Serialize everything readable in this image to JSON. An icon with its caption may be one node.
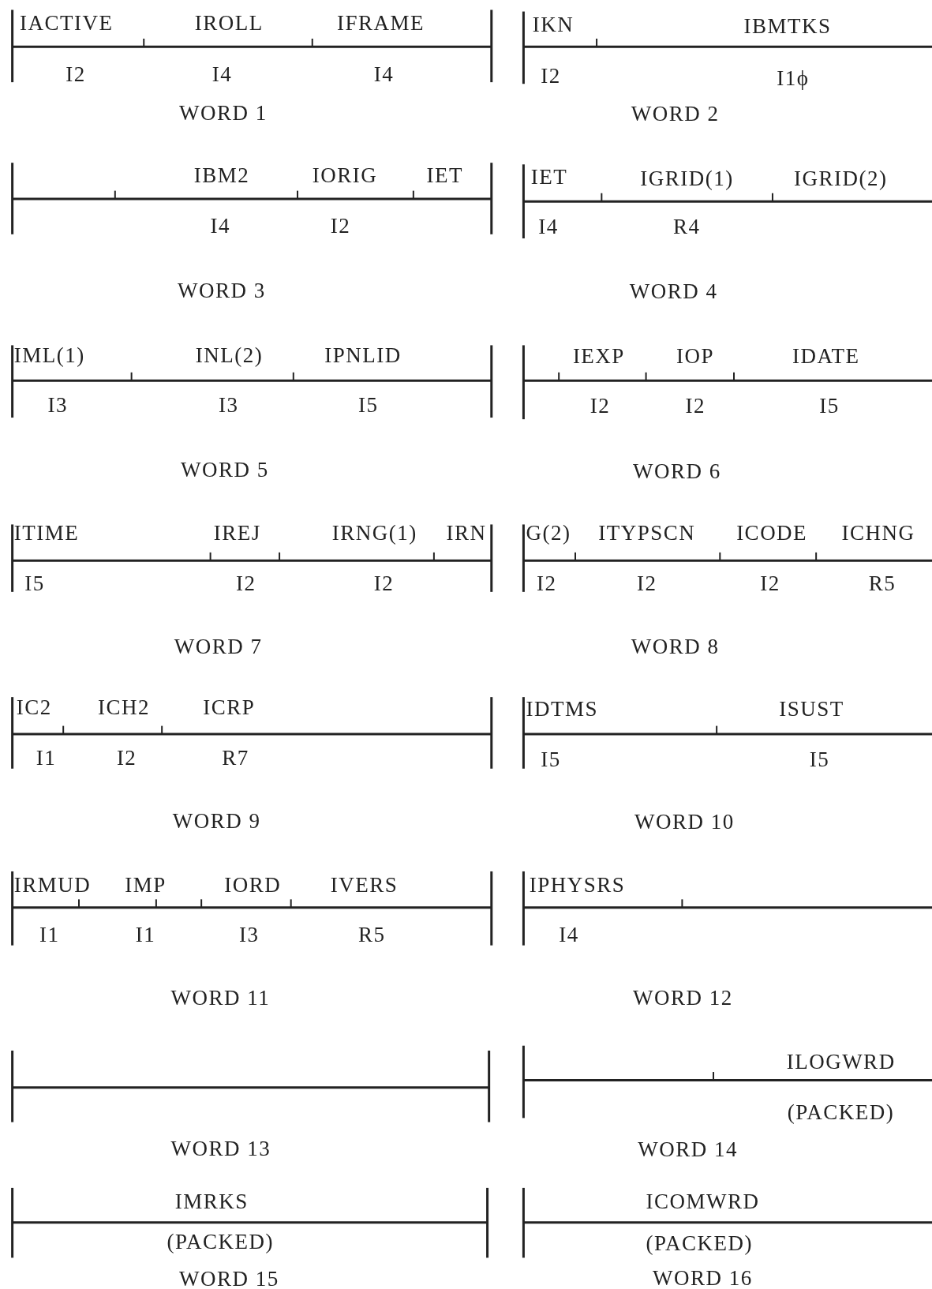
{
  "diagram": {
    "labels": [
      "IACTIVE",
      "IROLL",
      "IFRAME",
      "I2",
      "I4",
      "I4",
      "WORD 1",
      "IKN",
      "IBMTKS",
      "I2",
      "I1ϕ",
      "WORD 2",
      "IBM2",
      "IORIG",
      "IET",
      "I4",
      "I2",
      "WORD 3",
      "IET",
      "IGRID(1)",
      "IGRID(2)",
      "I4",
      "R4",
      "WORD 4",
      "IML(1)",
      "INL(2)",
      "IPNLID",
      "I3",
      "I3",
      "I5",
      "WORD 5",
      "IEXP",
      "IOP",
      "IDATE",
      "I2",
      "I2",
      "I5",
      "WORD 6",
      "ITIME",
      "IREJ",
      "IRNG(1)",
      "IRN",
      "I5",
      "I2",
      "I2",
      "WORD 7",
      "G(2)",
      "ITYPSCN",
      "ICODE",
      "ICHNG",
      "I2",
      "I2",
      "I2",
      "R5",
      "WORD 8",
      "IC2",
      "ICH2",
      "ICRP",
      "I1",
      "I2",
      "R7",
      "WORD 9",
      "IDTMS",
      "ISUST",
      "I5",
      "I5",
      "WORD 10",
      "IRMUD",
      "IMP",
      "IORD",
      "IVERS",
      "I1",
      "I1",
      "I3",
      "R5",
      "WORD 11",
      "IPHYSRS",
      "I4",
      "WORD 12",
      "WORD 13",
      "ILOGWRD",
      "(PACKED)",
      "WORD 14",
      "IMRKS",
      "(PACKED)",
      "WORD 15",
      "ICOMWRD",
      "(PACKED)",
      "WORD 16"
    ]
  }
}
